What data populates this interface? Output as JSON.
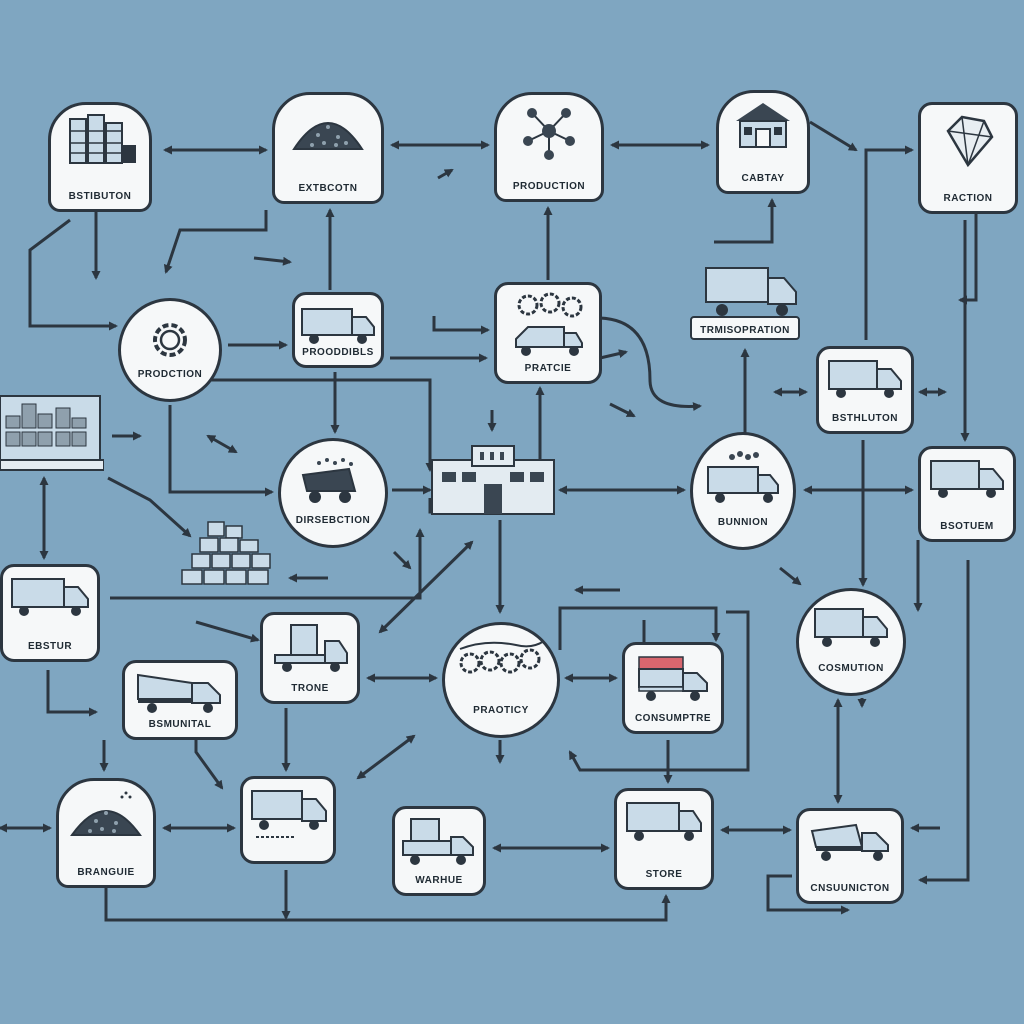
{
  "colors": {
    "background": "#7fa6c1",
    "node_fill": "#f6f8f9",
    "outline": "#2c3640",
    "red_flow": "#d8666e",
    "dark_flow": "#2c3640",
    "truck_body": "#c9dbe8"
  },
  "diagram": {
    "nodes": [
      {
        "id": "distribution-top",
        "label": "BSTIBUTON",
        "icon": "warehouse-boxes-icon"
      },
      {
        "id": "extraction-top",
        "label": "EXTBCOTN",
        "icon": "ore-pile-icon"
      },
      {
        "id": "production-top",
        "label": "PRODUCTION",
        "icon": "molecule-icon"
      },
      {
        "id": "cabtay",
        "label": "CABTAY",
        "icon": "warehouse-icon"
      },
      {
        "id": "raction",
        "label": "RACTION",
        "icon": "gem-icon"
      },
      {
        "id": "production-gear",
        "label": "PRODCTION",
        "icon": "gear-icon"
      },
      {
        "id": "procedure",
        "label": "PROODDIBLS",
        "icon": "truck-icon"
      },
      {
        "id": "practice",
        "label": "PRATCIE",
        "icon": "gears-truck-icon"
      },
      {
        "id": "transportation",
        "label": "TRMISOPRATION",
        "icon": "truck-icon"
      },
      {
        "id": "distribution-right",
        "label": "BSTHLUTON",
        "icon": "truck-icon"
      },
      {
        "id": "diversion",
        "label": "DIRSEBCTION",
        "icon": "dump-truck-icon"
      },
      {
        "id": "bunnion",
        "label": "BUNNION",
        "icon": "truck-icon"
      },
      {
        "id": "bottom-right",
        "label": "BSOTUEM",
        "icon": "truck-icon"
      },
      {
        "id": "ebstur",
        "label": "EBSTUR",
        "icon": "truck-icon"
      },
      {
        "id": "tronie",
        "label": "TRONE",
        "icon": "truck-icon"
      },
      {
        "id": "factory",
        "label": "PRAOTICY",
        "icon": "gears-icon"
      },
      {
        "id": "consumption",
        "label": "CONSUMPTRE",
        "icon": "truck-icon"
      },
      {
        "id": "cosumtion",
        "label": "COSMUTION",
        "icon": "truck-icon"
      },
      {
        "id": "bsmunital",
        "label": "BSMUNITAL",
        "icon": "flatbed-truck-icon"
      },
      {
        "id": "branguie",
        "label": "BRANGUIE",
        "icon": "ore-pile-icon"
      },
      {
        "id": "bottom-truck",
        "label": "",
        "icon": "truck-icon"
      },
      {
        "id": "warehouse",
        "label": "WARHUE",
        "icon": "truck-icon"
      },
      {
        "id": "store",
        "label": "STORE",
        "icon": "truck-icon"
      },
      {
        "id": "consumption-bottom",
        "label": "CNSUUNICTON",
        "icon": "dump-truck-icon"
      }
    ],
    "decorations": [
      {
        "id": "factory-building",
        "icon": "factory-icon"
      },
      {
        "id": "left-warehouse",
        "icon": "warehouse-stacks-icon"
      },
      {
        "id": "pallet-stacks",
        "icon": "boxes-stack-icon"
      }
    ]
  }
}
